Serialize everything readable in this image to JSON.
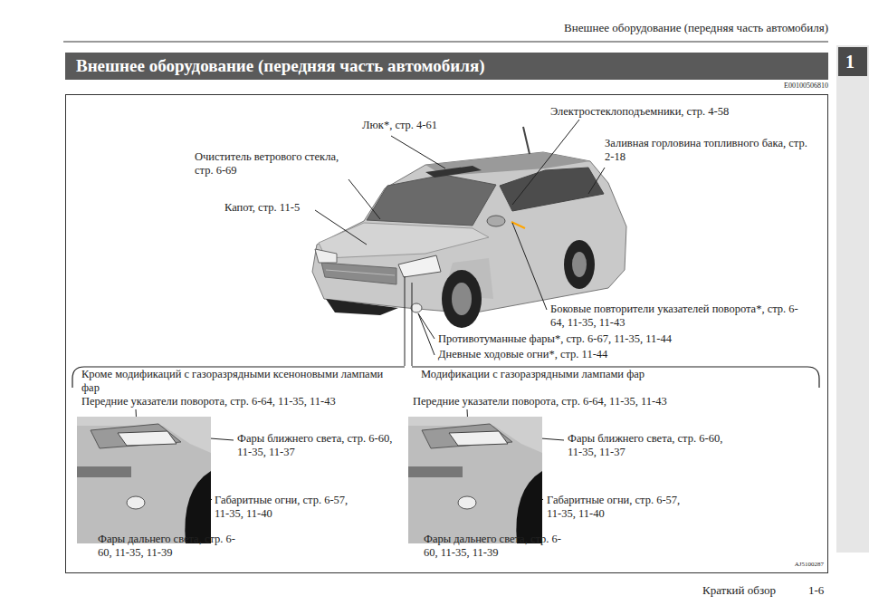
{
  "diagram": {
    "title": "Внешнее оборудование (передняя часть автомобиля)",
    "nodes": [
      {
        "text": [
          "Кроме модификаций с газоразрядными ксеноновыми лампами фар"
        ]
      },
      {
        "text": [
          "Модификации с газоразрядными лампами фар"
        ]
      }
    ],
    "labels": [
      "Внешнее оборудование (передняя часть автомобиля)",
      "1",
      "E00100506810",
      "Люк*, стр. 4-61",
      "Электростеклоподъемники, стр. 4-58",
      "Очиститель ветрового стекла, стр. 6-69",
      "Заливная горловина топливного бака, стр. 2-18",
      "Капот, стр. 11-5",
      "Боковые повторители указателей поворота*, стр. 6-64, 11-35, 11-43",
      "Противотуманные фары*, стр. 6-67, 11-35, 11-44",
      "Дневные ходовые огни*, стр. 11-44",
      "Передние указатели поворота, стр. 6-64, 11-35, 11-43",
      "Фары ближнего света, стр. 6-60, 11-35, 11-37",
      "Габаритные огни, стр. 6-57, 11-35, 11-40",
      "Фары дальнего света, стр. 6-60, 11-35, 11-39",
      "Передние указатели поворота, стр. 6-64, 11-35, 11-43",
      "Фары ближнего света, стр. 6-60, 11-35, 11-37",
      "Габаритные огни, стр. 6-57, 11-35, 11-40",
      "Фары дальнего света, стр. 6-60, 11-35, 11-39",
      "AJ5100287",
      "Краткий обзор",
      "1-6"
    ]
  }
}
